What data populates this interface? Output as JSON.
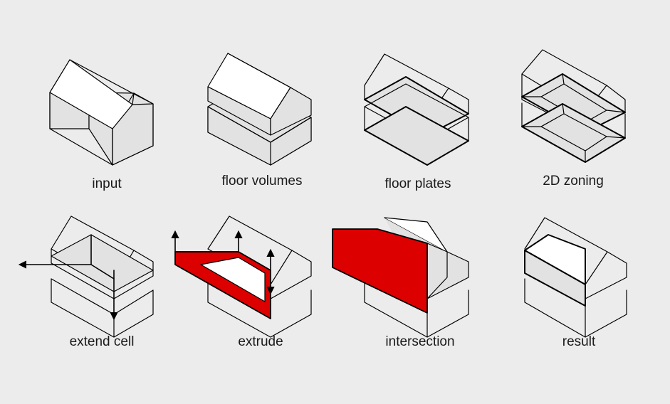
{
  "colors": {
    "background": "#ececec",
    "outline": "#000000",
    "face_light": "#ffffff",
    "face_grey": "#e2e2e2",
    "accent_red": "#dd0000"
  },
  "steps": [
    {
      "label": "input"
    },
    {
      "label": "floor volumes"
    },
    {
      "label": "floor plates"
    },
    {
      "label": "2D zoning"
    },
    {
      "label": "extend cell"
    },
    {
      "label": "extrude"
    },
    {
      "label": "intersection"
    },
    {
      "label": "result"
    }
  ]
}
